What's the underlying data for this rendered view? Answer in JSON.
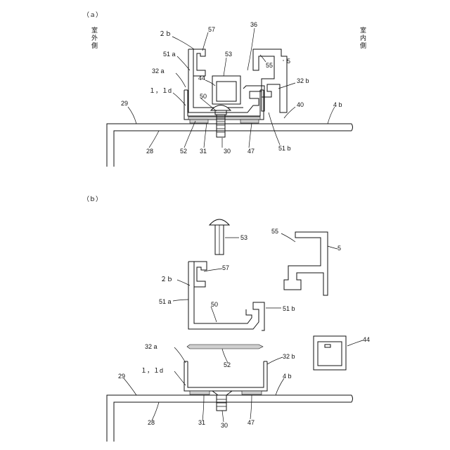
{
  "panels": {
    "a": "（ａ）",
    "b": "（ｂ）"
  },
  "sides": {
    "outdoor": "室外側",
    "indoor": "室内側"
  },
  "labels_a": {
    "l2b": "２ｂ",
    "l57": "57",
    "l36": "36",
    "l51a": "51 a",
    "l53": "53",
    "l55": "55",
    "l5": "5",
    "l32a": "32 a",
    "l44": "44",
    "l32b": "32 b",
    "l11d": "１，１d",
    "l50": "50",
    "l29": "29",
    "l40": "40",
    "l4b": "4 b",
    "l28": "28",
    "l52": "52",
    "l31": "31",
    "l30": "30",
    "l47": "47",
    "l51b": "51 b"
  },
  "labels_b": {
    "l53": "53",
    "l55": "55",
    "l5": "5",
    "l57": "57",
    "l2b": "２ｂ",
    "l51a": "51 a",
    "l50": "50",
    "l51b": "51 b",
    "l32a": "32 a",
    "l44": "44",
    "l52": "52",
    "l32b": "32 b",
    "l11d": "１，１d",
    "l29": "29",
    "l4b": "4 b",
    "l28": "28",
    "l31": "31",
    "l30": "30",
    "l47": "47"
  }
}
